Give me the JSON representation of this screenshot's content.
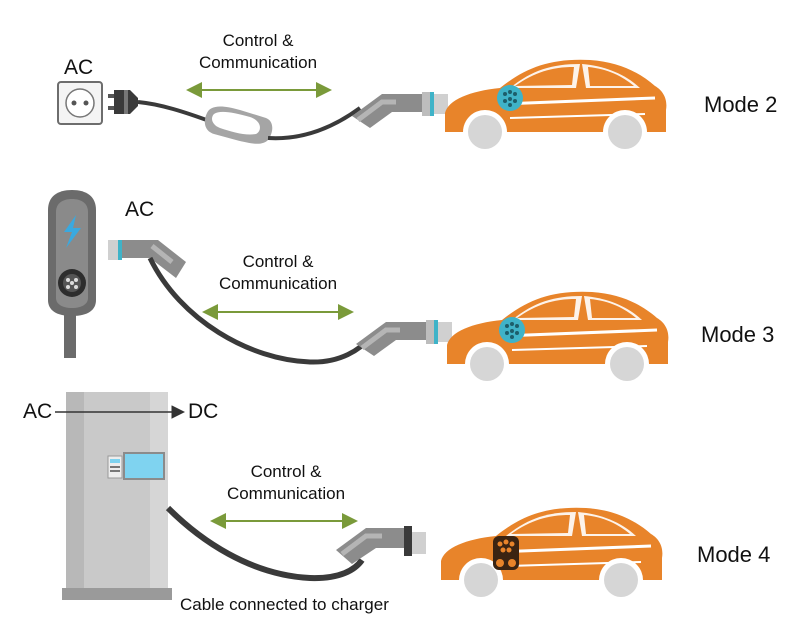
{
  "colors": {
    "car_body": "#e8842a",
    "car_trim": "#ffffff",
    "tire": "#d6d6d6",
    "inlet_blue": "#3fb3c8",
    "inlet_ccs": "#3b2412",
    "arrow_green": "#7a9a3a",
    "cable": "#3a3a3a",
    "plug_gray": "#8c8c8c",
    "wallbox_body": "#6b6b6b",
    "bolt_blue": "#39a9e0",
    "charger_body": "#c9c9c9",
    "screen_blue": "#7fd3f0"
  },
  "icons": {
    "socket": "schuko-wall-socket-icon",
    "plug": "schuko-plug-icon",
    "control_box": "in-cable-control-box-icon",
    "wallbox": "ev-wallbox-icon",
    "lightning": "lightning-bolt-icon",
    "dc_charger": "dc-charging-station-icon",
    "car": "electric-car-icon",
    "connector": "ev-connector-icon"
  },
  "mode2": {
    "source_label": "AC",
    "comm_line1": "Control &",
    "comm_line2": "Communication",
    "mode_label": "Mode 2"
  },
  "mode3": {
    "source_label": "AC",
    "comm_line1": "Control &",
    "comm_line2": "Communication",
    "mode_label": "Mode 3"
  },
  "mode4": {
    "input_label": "AC",
    "output_label": "DC",
    "comm_line1": "Control &",
    "comm_line2": "Communication",
    "cable_note": "Cable connected to charger",
    "mode_label": "Mode 4"
  }
}
